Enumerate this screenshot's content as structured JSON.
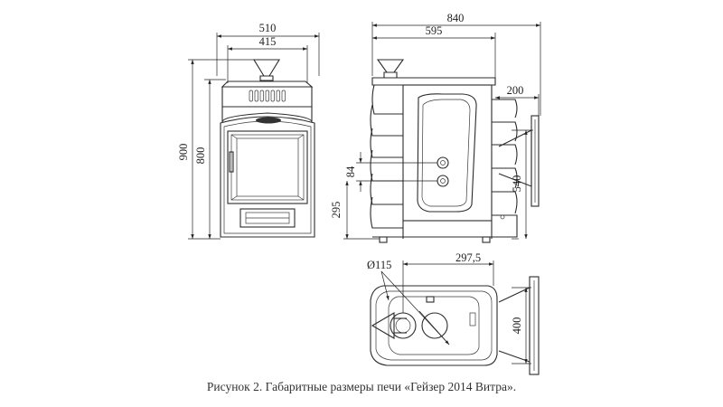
{
  "dimensions": {
    "front_width_outer": "510",
    "front_width_inner": "415",
    "front_height_total": "900",
    "front_height_body": "800",
    "side_width_total": "840",
    "side_width_body": "595",
    "side_tank_offset": "200",
    "side_spacing": "84",
    "side_height_low": "295",
    "side_tank_height": "540",
    "top_diameter": "Ø115",
    "top_offset": "297,5",
    "top_tank_width": "400"
  },
  "caption": "Рисунок 2. Габаритные размеры печи «Гейзер 2014 Витра»."
}
